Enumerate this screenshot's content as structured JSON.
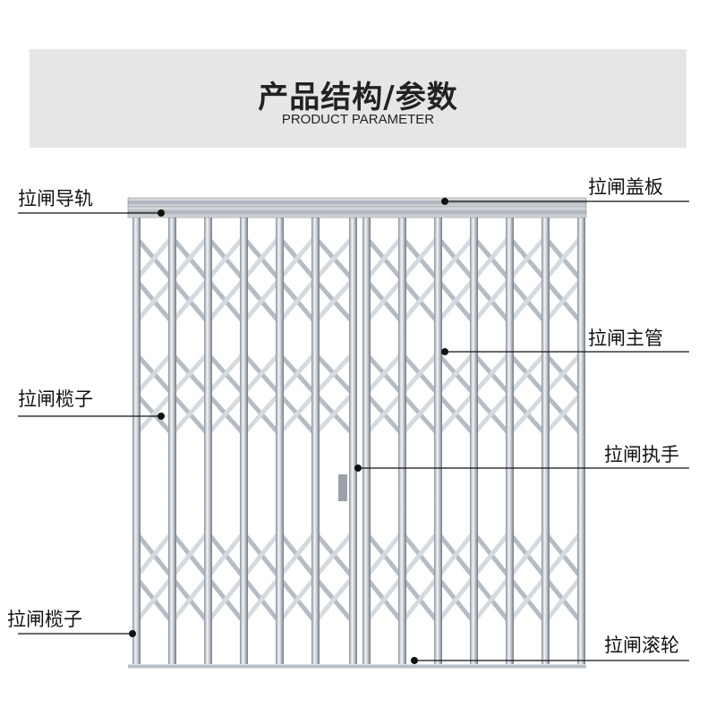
{
  "header": {
    "title": "产品结构/参数",
    "subtitle": "PRODUCT PARAMETER"
  },
  "labels": {
    "guide_rail": "拉闸导轨",
    "cover_plate": "拉闸盖板",
    "main_tube": "拉闸主管",
    "lattice_upper": "拉闸榄子",
    "handle": "拉闸执手",
    "lattice_lower": "拉闸榄子",
    "roller": "拉闸滚轮"
  },
  "colors": {
    "header_bg": "#e6e6e6",
    "line": "#111111",
    "metal": "#c9ced6"
  }
}
